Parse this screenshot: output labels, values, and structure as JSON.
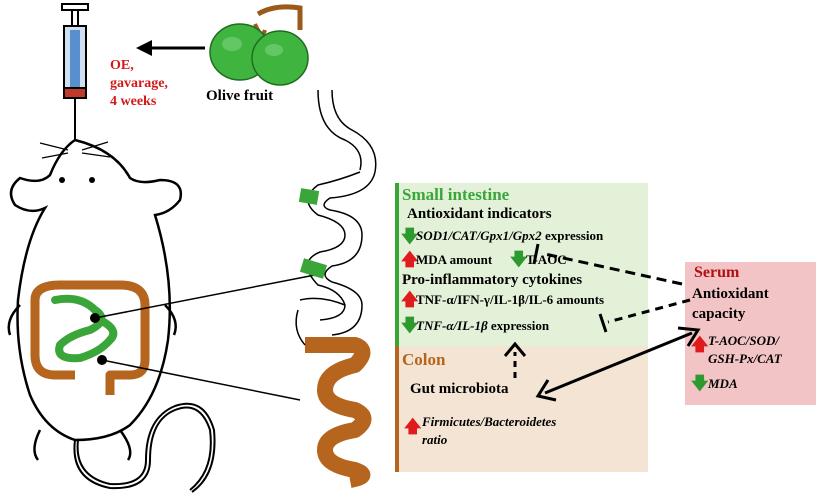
{
  "treatment": {
    "line1": "OE,",
    "line2": "gavarage,",
    "line3": "4 weeks"
  },
  "olive": {
    "label": "Olive fruit"
  },
  "small_intestine": {
    "title": "Small intestine",
    "antioxidant_heading": "Antioxidant indicators",
    "genes": "SOD1/CAT/Gpx1/Gpx2",
    "genes_suffix": " expression",
    "mda": "MDA amount",
    "taoc": "T-AOC",
    "cytokines_heading": "Pro-inflammatory cytokines",
    "cytokine_amounts": "TNF-α/IFN-γ/IL-1β/IL-6 amounts",
    "cytokine_genes": "TNF-α/IL-1β",
    "cytokine_genes_suffix": " expression"
  },
  "colon": {
    "title": "Colon",
    "microbiota": "Gut microbiota",
    "ratio_line1": "Firmicutes/Bacteroidetes",
    "ratio_line2": "ratio"
  },
  "serum": {
    "title": "Serum",
    "heading_line1": "Antioxidant",
    "heading_line2": "capacity",
    "markers_line1": "T-AOC/SOD/",
    "markers_line2": "GSH-Px/CAT",
    "mda": "MDA"
  },
  "arrows": {
    "up": "🡅",
    "down": "🡇"
  },
  "colors": {
    "small_intestine_bg": "#e3f1d9",
    "colon_bg": "#f3e4d4",
    "serum_bg": "#f3c4c6",
    "intestine_green": "#3aa63a",
    "colon_brown": "#b5651d",
    "arrow_up": "#e01b1b",
    "arrow_down": "#2e9a2e",
    "treatment_text": "#d21a1a"
  }
}
